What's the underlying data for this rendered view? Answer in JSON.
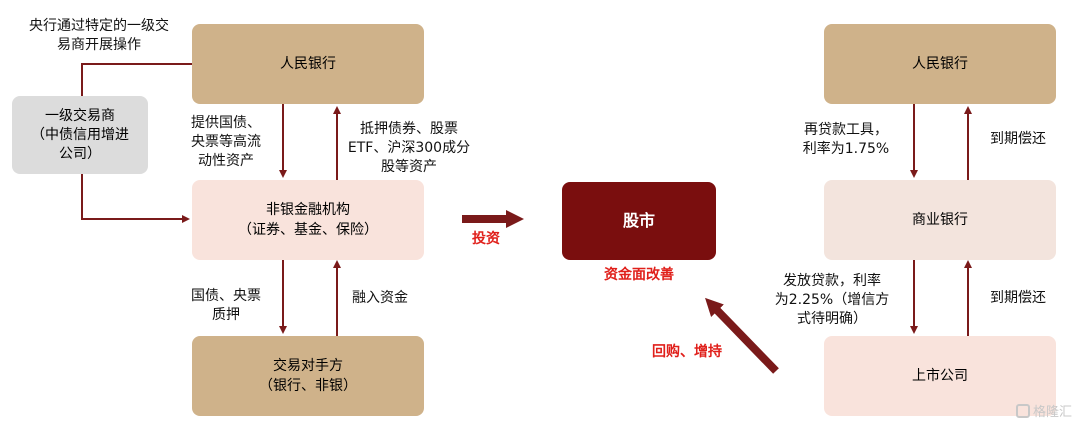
{
  "left": {
    "pboc": "人民银行",
    "primary_dealer_line1": "一级交易商",
    "primary_dealer_line2": "（中债信用增进",
    "primary_dealer_line3": "公司）",
    "nonbank_line1": "非银金融机构",
    "nonbank_line2": "（证券、基金、保险）",
    "counterparty_line1": "交易对手方",
    "counterparty_line2": "（银行、非银）",
    "note_top_line1": "央行通过特定的一级交",
    "note_top_line2": "易商开展操作",
    "down1_line1": "提供国债、",
    "down1_line2": "央票等高流",
    "down1_line3": "动性资产",
    "up1_line1": "抵押债券、股票",
    "up1_line2": "ETF、沪深300成分",
    "up1_line3": "股等资产",
    "down2_line1": "国债、央票",
    "down2_line2": "质押",
    "up2": "融入资金"
  },
  "center": {
    "stock_market": "股市",
    "invest_label": "投资",
    "improve_label": "资金面改善",
    "buyback_label": "回购、增持"
  },
  "right": {
    "pboc": "人民银行",
    "commercial_bank": "商业银行",
    "listed_company": "上市公司",
    "down1_line1": "再贷款工具，",
    "down1_line2": "利率为1.75%",
    "up1": "到期偿还",
    "down2_line1": "发放贷款，利率",
    "down2_line2": "为2.25%（增信方",
    "down2_line3": "式待明确）",
    "up2": "到期偿还"
  },
  "watermark": "格隆汇",
  "colors": {
    "tan": "#cfb28a",
    "pale": "#f9e3dc",
    "gray": "#dcdcdc",
    "dark_red": "#7a0e0e",
    "arrow": "#7a1a1a",
    "red_text": "#e0201b"
  }
}
